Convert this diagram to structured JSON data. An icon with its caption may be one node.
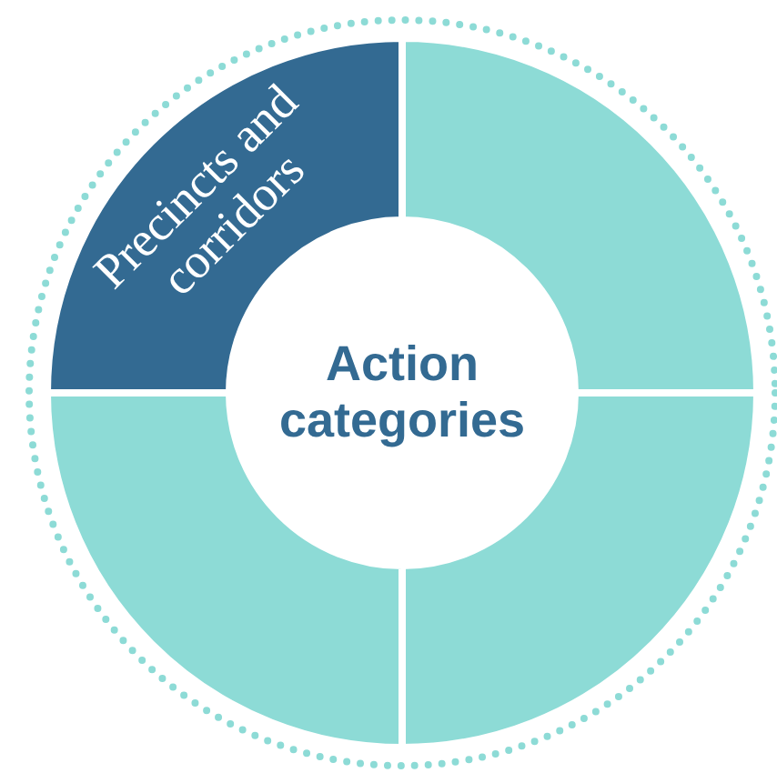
{
  "diagram": {
    "nodes": [
      {
        "text": [
          "Precincts and corridors"
        ]
      },
      {
        "text": [],
        "shape": "sector"
      },
      {
        "text": [],
        "shape": "sector"
      },
      {
        "text": [],
        "shape": "sector"
      },
      {
        "text": [
          "Action categories"
        ]
      }
    ]
  }
}
